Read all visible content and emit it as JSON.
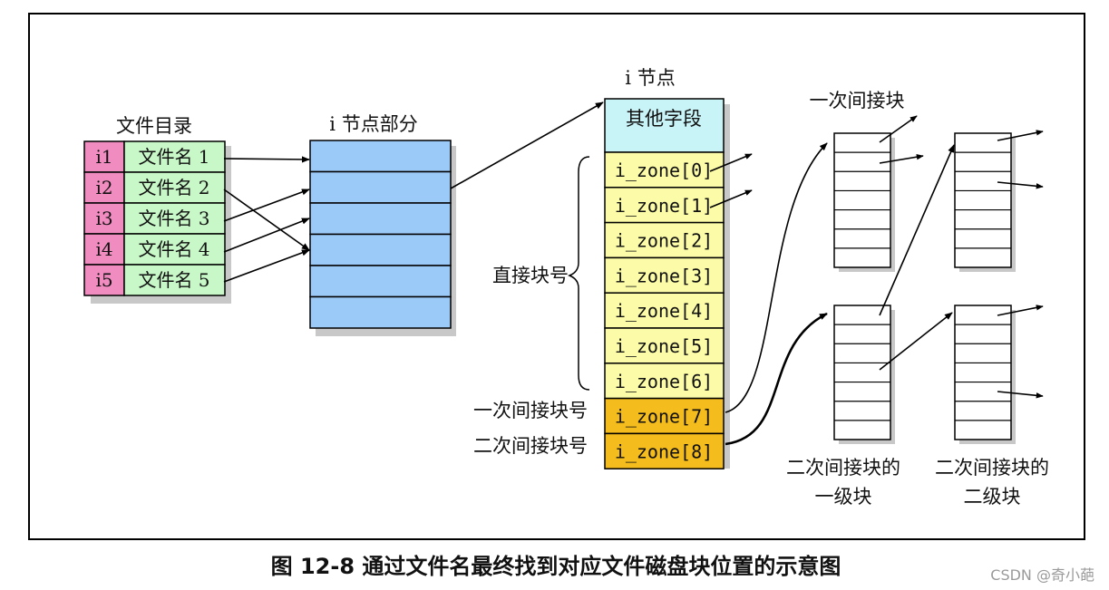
{
  "directory": {
    "title": "文件目录",
    "rows": [
      {
        "inode": "i1",
        "name": "文件名 1"
      },
      {
        "inode": "i2",
        "name": "文件名 2"
      },
      {
        "inode": "i3",
        "name": "文件名 3"
      },
      {
        "inode": "i4",
        "name": "文件名 4"
      },
      {
        "inode": "i5",
        "name": "文件名 5"
      }
    ]
  },
  "inode_table": {
    "title": "i 节点部分",
    "slots": 6
  },
  "inode": {
    "title": "i 节点",
    "other_fields": "其他字段",
    "zones": [
      "i_zone[0]",
      "i_zone[1]",
      "i_zone[2]",
      "i_zone[3]",
      "i_zone[4]",
      "i_zone[5]",
      "i_zone[6]",
      "i_zone[7]",
      "i_zone[8]"
    ]
  },
  "labels": {
    "direct": "直接块号",
    "single_indirect": "一次间接块号",
    "double_indirect": "二次间接块号",
    "single_block": "一次间接块",
    "double_level1_a": "二次间接块的",
    "double_level1_b": "一级块",
    "double_level2_a": "二次间接块的",
    "double_level2_b": "二级块"
  },
  "colors": {
    "inode_num": "#f08cc0",
    "file_name": "#c8f8c8",
    "inode_table": "#9ccaf8",
    "other_fields": "#c8f4f8",
    "direct_zone": "#fcfca8",
    "indirect_zone": "#f4bc1c"
  },
  "caption": "图 12-8 通过文件名最终找到对应文件磁盘块位置的示意图",
  "watermark": "CSDN @奇小葩"
}
